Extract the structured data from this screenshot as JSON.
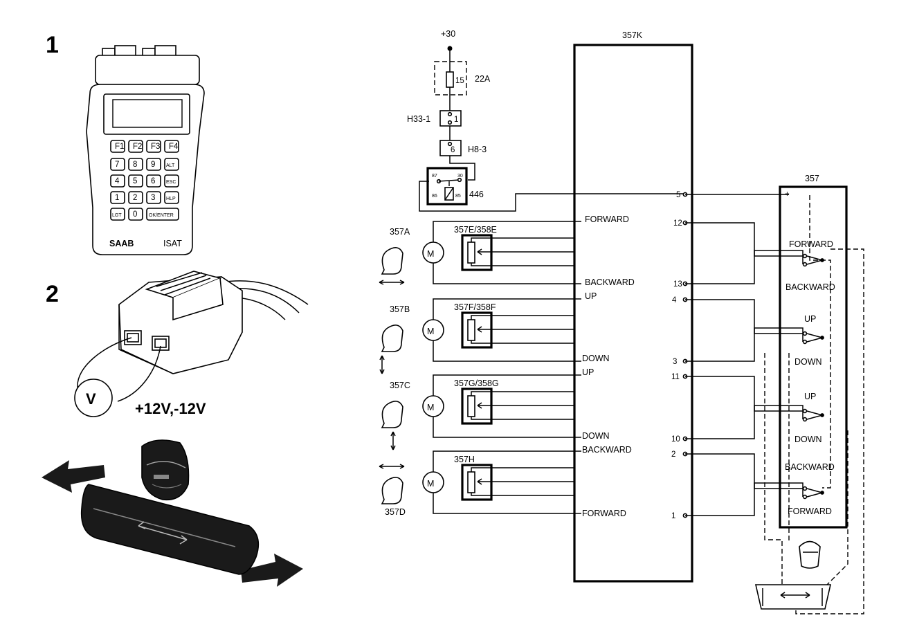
{
  "steps": {
    "step1": "1",
    "step2": "2"
  },
  "tool": {
    "display_keys": {
      "f1": "F1",
      "f2": "F2",
      "f3": "F3",
      "f4": "F4",
      "k7": "7",
      "k8": "8",
      "k9": "9",
      "alt": "ALT",
      "k4": "4",
      "k5": "5",
      "k6": "6",
      "esc": "ESC",
      "k1": "1",
      "k2": "2",
      "k3": "3",
      "hlp": "HLP",
      "lgt": "LGT",
      "k0": "0",
      "ok": "OK/ENTER"
    },
    "brand": "SAAB",
    "model": "ISAT"
  },
  "meter": {
    "symbol": "V",
    "voltage": "+12V,-12V"
  },
  "power": {
    "supply": "+30",
    "fuse_number": "15",
    "fuse_rating": "22A",
    "connector_h33": "H33-1",
    "h33_pin": "1",
    "connector_h8": "H8-3",
    "h8_pin": "6",
    "relay": "446",
    "relay_pin_87": "87",
    "relay_pin_30": "30",
    "relay_pin_86": "86",
    "relay_pin_85": "85"
  },
  "module": {
    "name": "357K",
    "pins": {
      "p5": "5",
      "p12": "12",
      "p13": "13",
      "p4": "4",
      "p3": "3",
      "p11": "11",
      "p10": "10",
      "p2": "2",
      "p1": "1"
    }
  },
  "functions": {
    "forward": "FORWARD",
    "backward": "BACKWARD",
    "up": "UP",
    "down": "DOWN"
  },
  "motors": [
    {
      "name": "357A",
      "sensor": "357E/358E",
      "symbol": "M"
    },
    {
      "name": "357B",
      "sensor": "357F/358F",
      "symbol": "M"
    },
    {
      "name": "357C",
      "sensor": "357G/358G",
      "symbol": "M"
    },
    {
      "name": "357D",
      "sensor": "357H",
      "symbol": "M"
    }
  ],
  "switch_panel": {
    "name": "357",
    "plus": "+"
  }
}
